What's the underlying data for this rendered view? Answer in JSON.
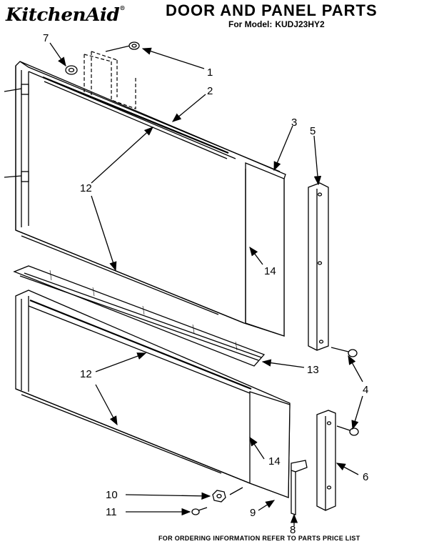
{
  "header": {
    "brand": "KitchenAid",
    "brand_mark": "®",
    "title": "DOOR AND PANEL PARTS",
    "model_label": "For Model:",
    "model_number": "KUDJ23HY2"
  },
  "callouts": [
    "1",
    "2",
    "3",
    "4",
    "5",
    "6",
    "7",
    "8",
    "9",
    "10",
    "11",
    "12",
    "13",
    "14"
  ],
  "footer": "FOR ORDERING INFORMATION REFER TO PARTS PRICE LIST"
}
